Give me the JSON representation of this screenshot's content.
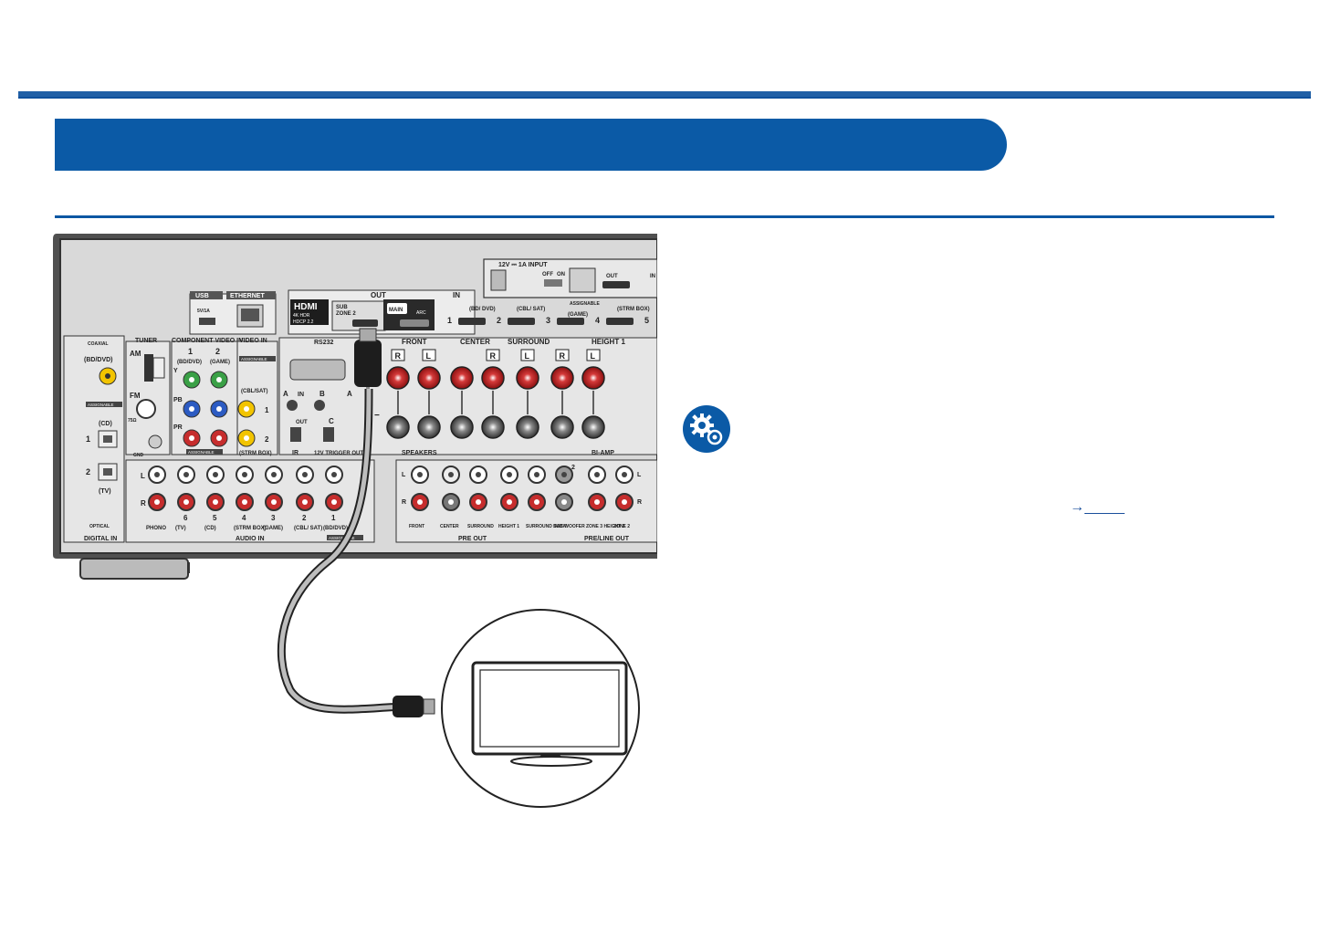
{
  "colors": {
    "accent": "#0b5aa6",
    "rule": "#1f5fa6",
    "panel": "#4a4a4a"
  },
  "icons": [
    "settings-gear-icon",
    "hdmi-cable-icon",
    "tv-icon",
    "link-arrow-icon"
  ],
  "link": {
    "arrow": "→"
  },
  "panel": {
    "top_box": {
      "power": "12V ⎓ 1A INPUT",
      "off": "OFF",
      "on": "ON",
      "out": "OUT",
      "in": "IN"
    },
    "usb": {
      "title": "USB",
      "rating": "5V/1A"
    },
    "ethernet": {
      "title": "ETHERNET"
    },
    "hdmi": {
      "title": "HDMI",
      "spec1": "4K HDR",
      "spec2": "HDCP 2.2",
      "out": "OUT",
      "in": "IN",
      "sub": "SUB",
      "zone2": "ZONE 2",
      "main": "MAIN",
      "arc": "ARC",
      "inputs": [
        {
          "num": "1",
          "name": "(BD/ DVD)"
        },
        {
          "num": "2",
          "name": "(CBL/ SAT)"
        },
        {
          "num": "3",
          "name": "(GAME)",
          "tag": "ASSIGNABLE"
        },
        {
          "num": "4",
          "name": "(STRM BOX)"
        },
        {
          "num": "5",
          "name": ""
        }
      ]
    },
    "digital_in": {
      "coaxial": "COAXIAL",
      "coax_src": "(BD/DVD)",
      "assignable": "ASSIGNABLE",
      "cd": "(CD)",
      "tv": "(TV)",
      "n1": "1",
      "n2": "2",
      "optical": "OPTICAL",
      "footer": "DIGITAL IN"
    },
    "tuner": {
      "title": "TUNER",
      "am": "AM",
      "fm": "FM",
      "ohm": "75Ω",
      "gnd": "GND"
    },
    "component": {
      "title": "COMPONENT VIDEO IN",
      "c1": "1",
      "c2": "2",
      "s1": "(BD/DVD)",
      "s2": "(GAME)",
      "y": "Y",
      "pb": "PB",
      "pr": "PR",
      "assignable": "ASSIGNABLE"
    },
    "video_in": {
      "title": "VIDEO IN",
      "assignable": "ASSIGNABLE",
      "src": "(CBL/SAT)",
      "n1": "1",
      "n2": "2",
      "strm": "(STRM BOX)"
    },
    "rs232": "RS232",
    "ir": {
      "a": "A",
      "in": "IN",
      "b": "B",
      "out": "OUT",
      "ir": "IR",
      "c": "C",
      "trigger": "12V TRIGGER OUT",
      "a2": "A"
    },
    "speakers": {
      "front": "FRONT",
      "center": "CENTER",
      "surround": "SURROUND",
      "height1": "HEIGHT 1",
      "r": "R",
      "l": "L",
      "minus": "−",
      "footer": "SPEAKERS",
      "biamp": "BI-AMP"
    },
    "audio_in": {
      "l": "L",
      "r": "R",
      "labels": [
        {
          "num": "",
          "name": "PHONO"
        },
        {
          "num": "6",
          "name": "(TV)"
        },
        {
          "num": "5",
          "name": "(CD)"
        },
        {
          "num": "4",
          "name": "(STRM BOX)"
        },
        {
          "num": "3",
          "name": "(GAME)"
        },
        {
          "num": "2",
          "name": "(CBL/ SAT)"
        },
        {
          "num": "1",
          "name": "(BD/DVD)"
        }
      ],
      "footer": "AUDIO IN",
      "assignable": "ASSIGNABLE"
    },
    "pre_out": {
      "labels": [
        "FRONT",
        "CENTER",
        "SURROUND",
        "HEIGHT 1",
        "SURROUND BACK",
        "SUB-WOOFER",
        "ZONE 3 HEIGHT 2",
        "ZONE 2"
      ],
      "footer1": "PRE OUT",
      "footer2": "PRE/LINE OUT",
      "l": "L",
      "r": "R",
      "n2": "2"
    }
  }
}
